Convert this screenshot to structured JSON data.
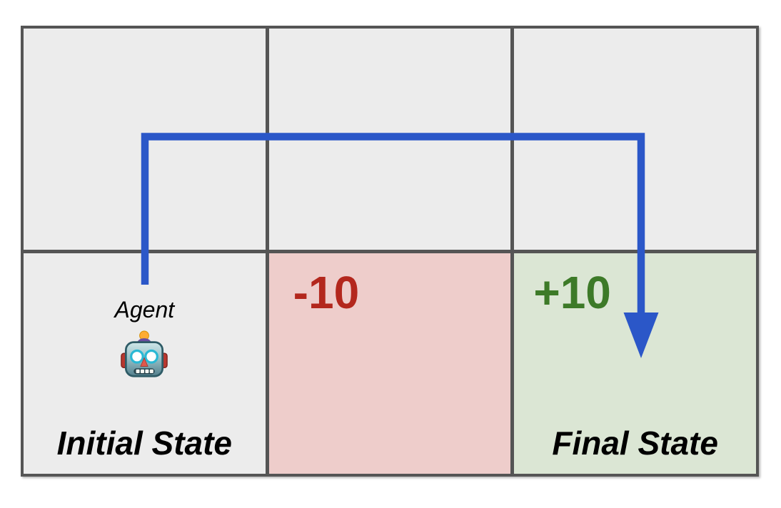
{
  "diagram": {
    "kind": "gridworld",
    "rows": 2,
    "cols": 3
  },
  "cells": {
    "initial": {
      "agent_label": "Agent",
      "state_label": "Initial State"
    },
    "penalty": {
      "reward": "-10"
    },
    "final": {
      "reward": "+10",
      "state_label": "Final State"
    }
  },
  "icons": {
    "agent": "robot-face-emoji",
    "trajectory": "arrow-down-head"
  },
  "colors": {
    "page_bg": "#ffffff",
    "grid_border": "#555555",
    "cell_default_bg": "#ececec",
    "penalty_bg": "#eecdcb",
    "penalty_text": "#b3271d",
    "final_bg": "#dbe6d4",
    "reward_text": "#3d7a28",
    "path_blue": "#2b57c8",
    "label_text": "#000000"
  }
}
